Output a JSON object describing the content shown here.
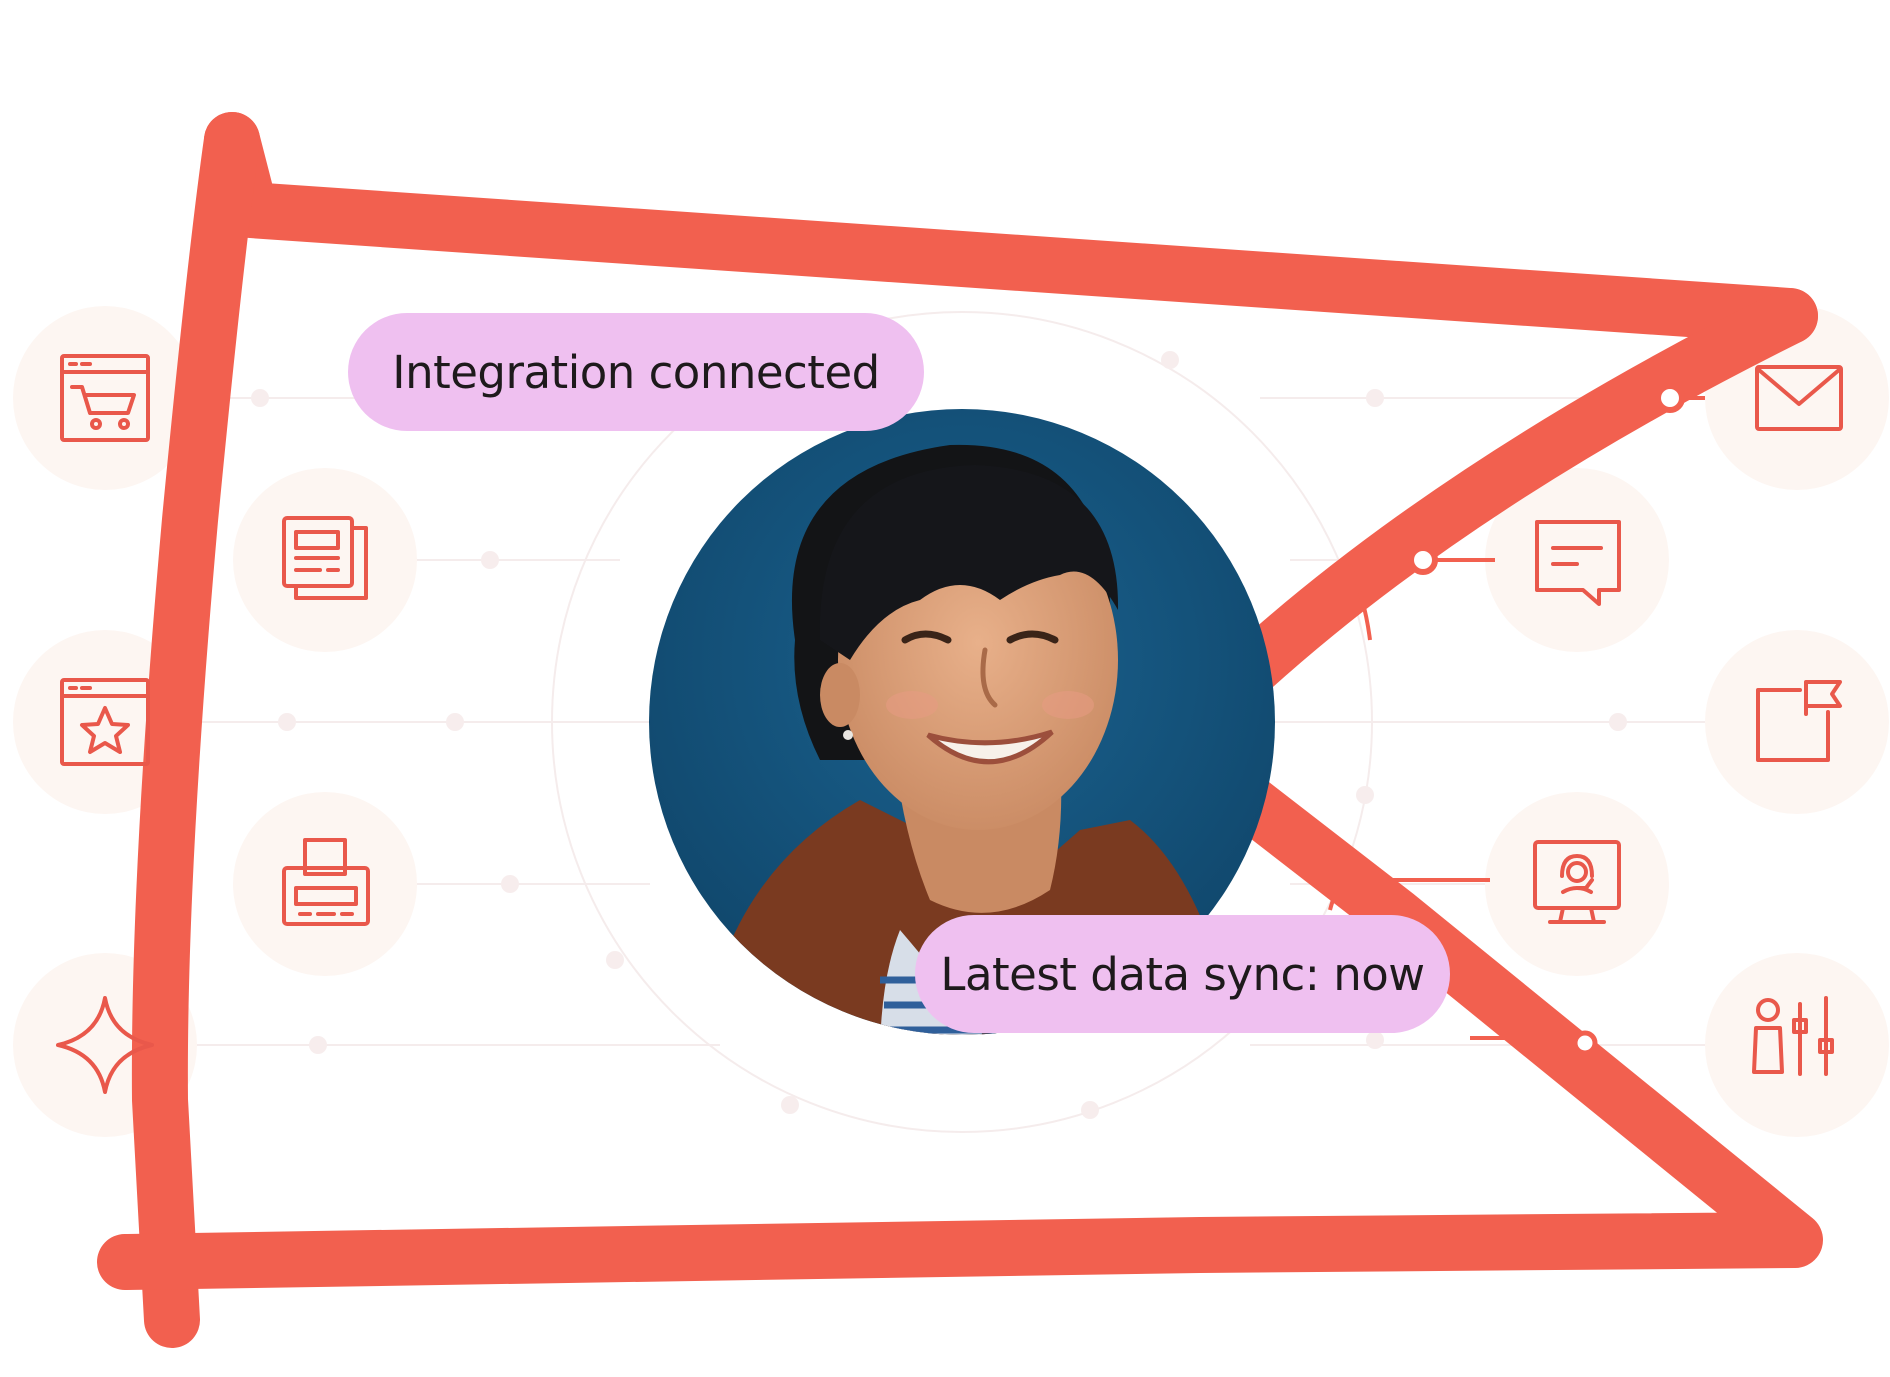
{
  "badges": {
    "integration": "Integration connected",
    "sync": "Latest data sync: now"
  },
  "photo": {
    "subject": "smiling woman with dark bangs and brown jacket against blue background"
  },
  "colors": {
    "accent": "#f2604f",
    "badge_bg": "#efc0f0",
    "icon_bubble": "#fdf6f2",
    "photo_bg": "#15527a",
    "text": "#1e1a1c"
  },
  "icons": {
    "left": [
      "shopping-cart-icon",
      "documents-icon",
      "favorite-window-icon",
      "printer-icon",
      "sparkle-icon"
    ],
    "right": [
      "email-icon",
      "chat-icon",
      "flag-box-icon",
      "support-agent-icon",
      "settings-sliders-icon"
    ]
  }
}
